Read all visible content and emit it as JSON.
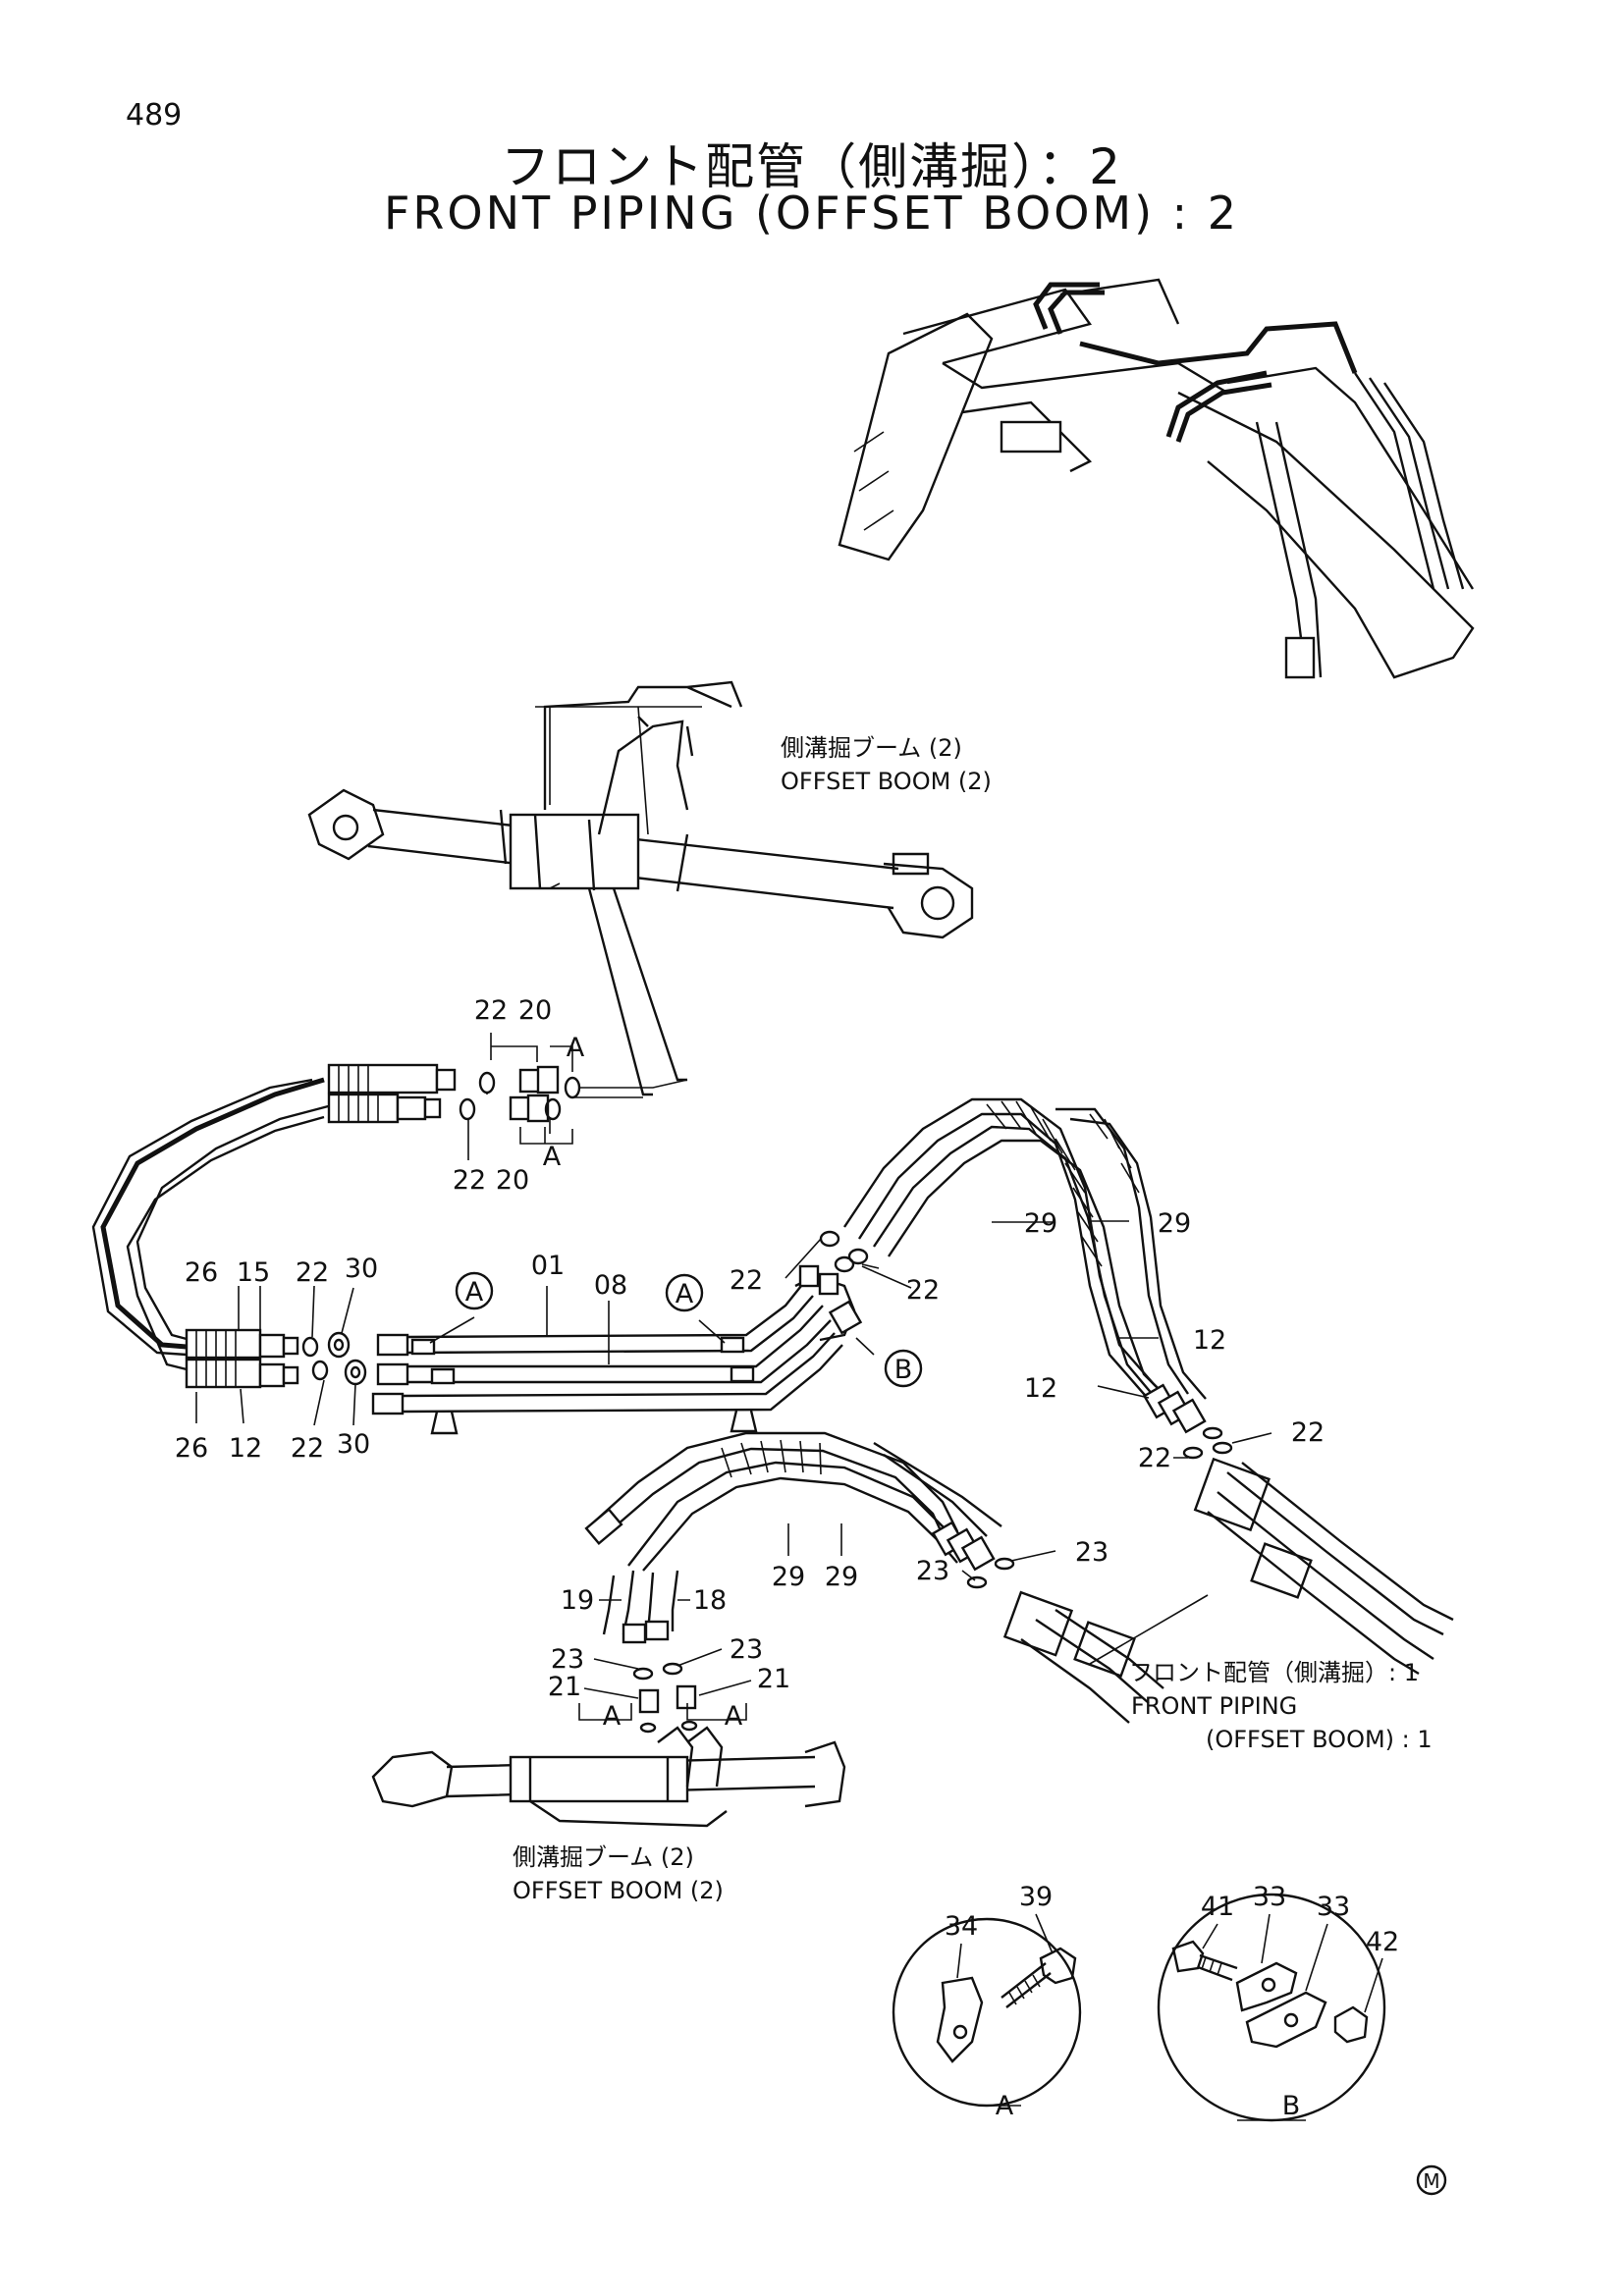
{
  "page_number": "489",
  "title": {
    "japanese": "フロント配管（側溝掘）：2",
    "english": "FRONT PIPING (OFFSET BOOM) : 2"
  },
  "captions": {
    "offset_boom_top_jp": "側溝掘ブーム (2)",
    "offset_boom_top_en": "OFFSET BOOM (2)",
    "offset_boom_bottom_jp": "側溝掘ブーム (2)",
    "offset_boom_bottom_en": "OFFSET BOOM (2)",
    "front_piping_ref_jp": "フロント配管（側溝掘）: 1",
    "front_piping_ref_en_1": "FRONT PIPING",
    "front_piping_ref_en_2": "(OFFSET BOOM) : 1"
  },
  "callouts": {
    "view_a": "A",
    "view_b": "B",
    "detail_a": "A",
    "detail_b": "B",
    "port_a": "A"
  },
  "part_labels": {
    "p22a": "22",
    "p20a": "20",
    "p22b": "22",
    "p20b": "20",
    "p26a": "26",
    "p15": "15",
    "p22c": "22",
    "p30a": "30",
    "p01": "01",
    "p08": "08",
    "p22d": "22",
    "p22e": "22",
    "p26b": "26",
    "p12a": "12",
    "p22f": "22",
    "p30b": "30",
    "p29a": "29",
    "p29b": "29",
    "p12b": "12",
    "p12c": "12",
    "p22g": "22",
    "p22h": "22",
    "p29c": "29",
    "p29d": "29",
    "p23a": "23",
    "p23b": "23",
    "p19": "19",
    "p18": "18",
    "p23c": "23",
    "p23d": "23",
    "p21a": "21",
    "p21b": "21",
    "p34": "34",
    "p39": "39",
    "p41": "41",
    "p33a": "33",
    "p33b": "33",
    "p42": "42"
  },
  "mark": "M"
}
